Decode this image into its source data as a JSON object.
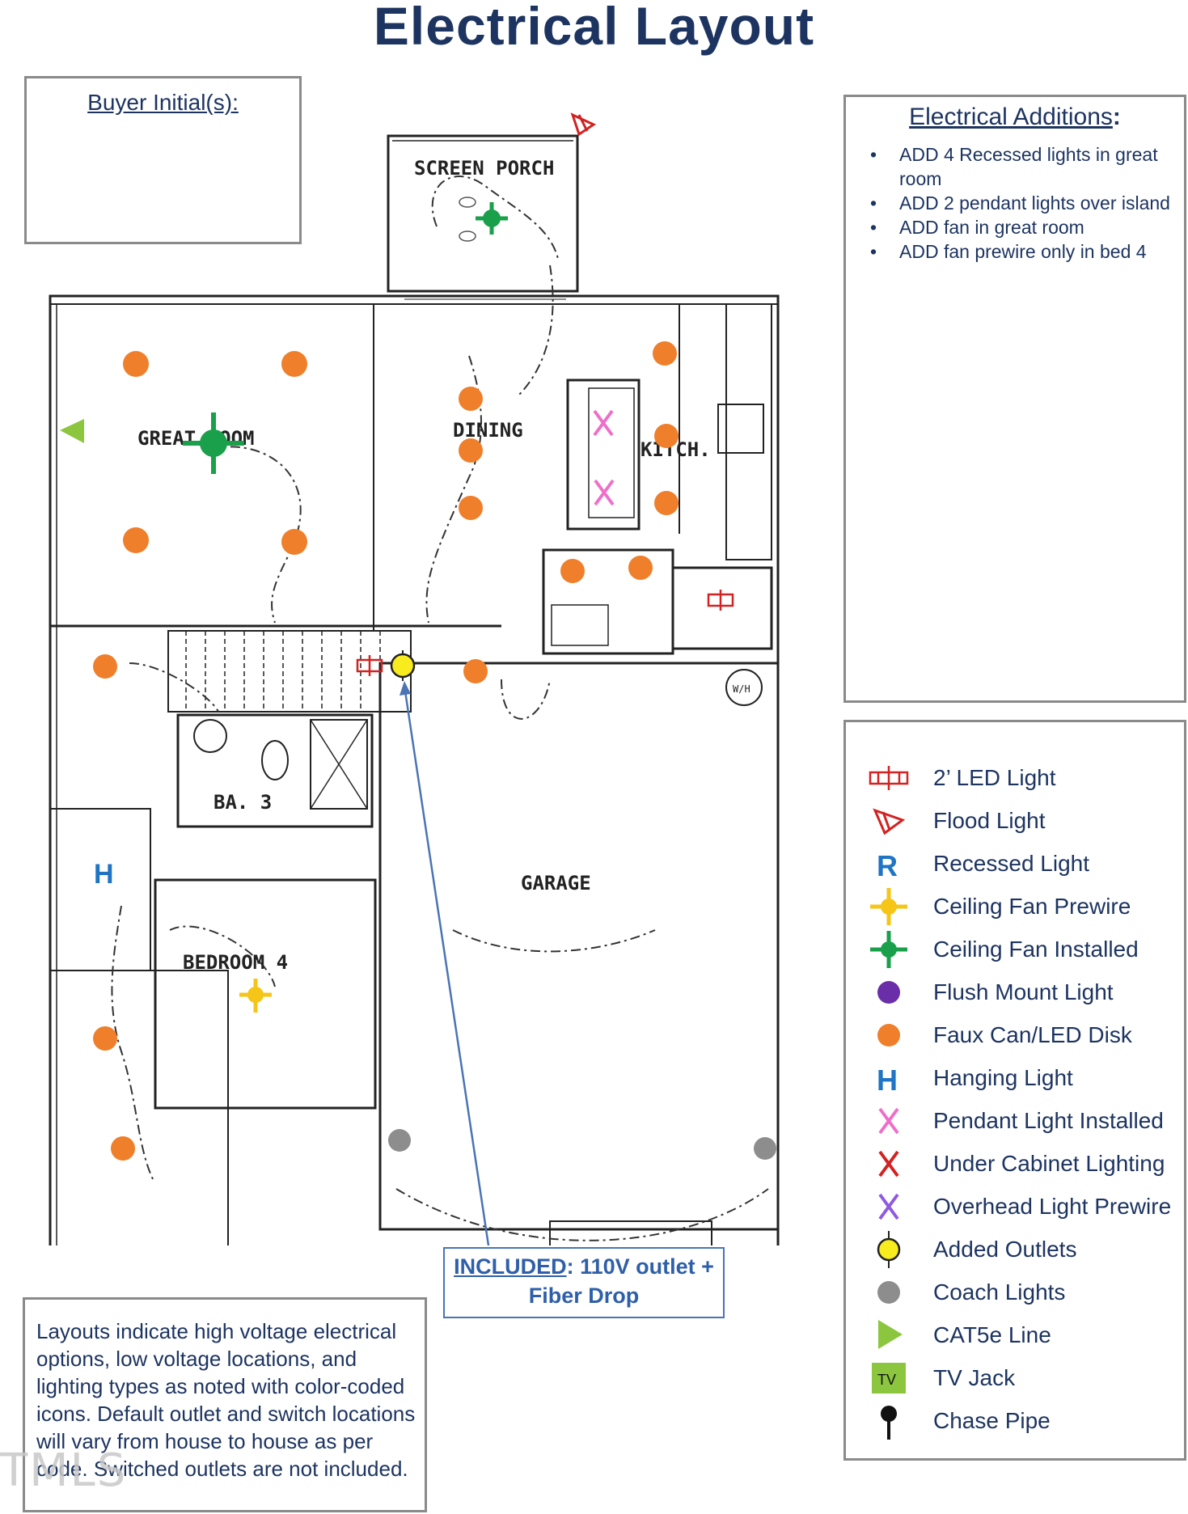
{
  "title": "Electrical Layout",
  "buyer_initials": {
    "label": "Buyer Initial(s):"
  },
  "electrical_additions": {
    "title": "Electrical Additions",
    "title_suffix": ":",
    "items": [
      "ADD 4 Recessed lights in great room",
      "ADD 2 pendant lights over island",
      "ADD fan in great room",
      "ADD fan prewire only in bed 4"
    ]
  },
  "legend": [
    {
      "label": "2’ LED Light",
      "icon": "led-light-icon",
      "color": "#d22222"
    },
    {
      "label": "Flood Light",
      "icon": "flood-light-icon",
      "color": "#d22222"
    },
    {
      "label": "Recessed Light",
      "icon": "recessed-light-icon",
      "glyph": "R",
      "color": "#1f74c4"
    },
    {
      "label": "Ceiling Fan Prewire",
      "icon": "ceiling-fan-prewire-icon",
      "color": "#f5c518"
    },
    {
      "label": "Ceiling Fan Installed",
      "icon": "ceiling-fan-installed-icon",
      "color": "#1aa04b"
    },
    {
      "label": "Flush Mount Light",
      "icon": "flush-mount-light-icon",
      "color": "#6a2fa8"
    },
    {
      "label": "Faux Can/LED Disk",
      "icon": "faux-can-led-disk-icon",
      "color": "#ef7f2a"
    },
    {
      "label": "Hanging Light",
      "icon": "hanging-light-icon",
      "glyph": "H",
      "color": "#1f74c4"
    },
    {
      "label": "Pendant Light Installed",
      "icon": "pendant-light-installed-icon",
      "glyph": "X",
      "color": "#ee6fc9"
    },
    {
      "label": "Under Cabinet Lighting",
      "icon": "under-cabinet-lighting-icon",
      "glyph": "X",
      "color": "#d22222"
    },
    {
      "label": "Overhead Light Prewire",
      "icon": "overhead-light-prewire-icon",
      "glyph": "X",
      "color": "#8e5be0"
    },
    {
      "label": "Added Outlets",
      "icon": "added-outlets-icon",
      "color": "#f8ec1e"
    },
    {
      "label": "Coach Lights",
      "icon": "coach-lights-icon",
      "color": "#8d8d8d"
    },
    {
      "label": "CAT5e Line",
      "icon": "cat5e-line-icon",
      "color": "#8cc63f"
    },
    {
      "label": "TV Jack",
      "icon": "tv-jack-icon",
      "glyph": "TV",
      "color": "#8cc63f"
    },
    {
      "label": "Chase Pipe",
      "icon": "chase-pipe-icon",
      "color": "#111111"
    }
  ],
  "rooms": {
    "screen_porch": "SCREEN PORCH",
    "great_room": "GREAT ROOM",
    "dining": "DINING",
    "kitchen": "KITCH.",
    "bath": "BA. 3",
    "bedroom": "BEDROOM 4",
    "garage": "GARAGE",
    "wh": "W/H"
  },
  "callout": {
    "prefix": "INCLUDED",
    "line1_rest": ": 110V outlet +",
    "line2": "Fiber Drop"
  },
  "note": "Layouts indicate high voltage electrical options, low voltage locations, and lighting types as noted with color-coded icons. Default outlet and switch locations will vary from house to house as per code. Switched outlets are not included.",
  "watermark": "TMLS",
  "colors": {
    "title": "#1d3461",
    "faux_can": "#ef7f2a",
    "fan_installed": "#1aa04b",
    "fan_prewire": "#f5c518",
    "pendant": "#ee6fc9",
    "outlet": "#f8ec1e",
    "coach": "#8d8d8d",
    "cat5e": "#8cc63f",
    "callout": "#2e5fa8"
  }
}
